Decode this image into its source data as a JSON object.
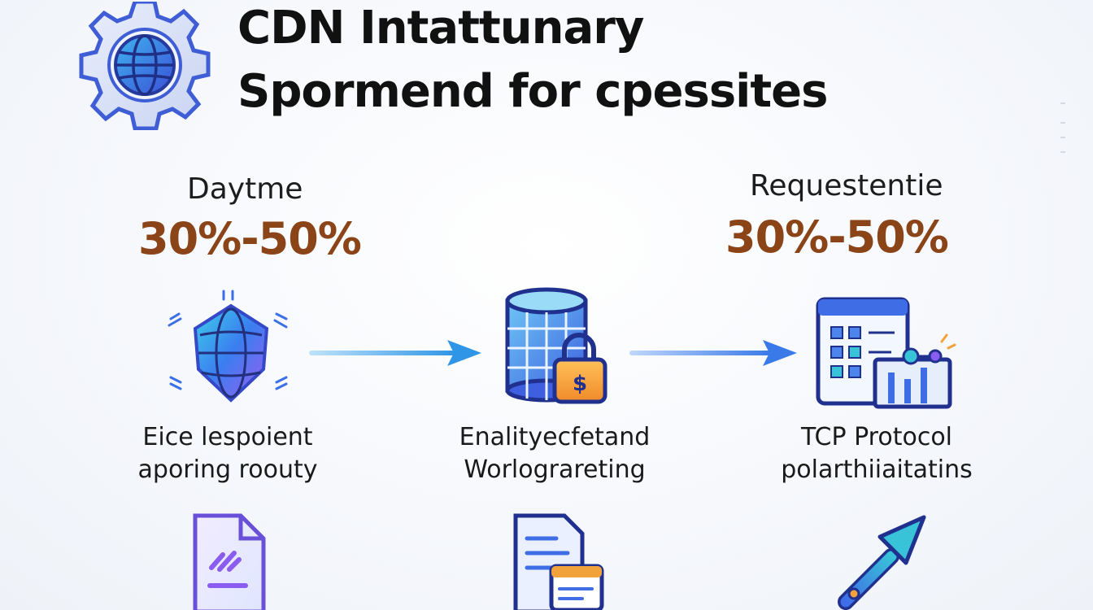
{
  "title": {
    "line1": "CDN Intattunary",
    "line2": "Spormend for cpessites"
  },
  "stats": [
    {
      "label": "Daytme",
      "value": "30%-50%"
    },
    {
      "label": "Requestentie",
      "value": "30%-50%"
    }
  ],
  "steps": [
    {
      "icon": "globe-icon",
      "caption_line1": "Eice lespoient",
      "caption_line2": "aporing roouty"
    },
    {
      "icon": "database-lock-icon",
      "caption_line1": "Enalityecfetand",
      "caption_line2": "Worlograreting"
    },
    {
      "icon": "dashboard-icon",
      "caption_line1": "TCP Protocol",
      "caption_line2": "polarthiiaitatins"
    }
  ],
  "lock_symbol": "$",
  "bottom_icons": [
    "document-icon",
    "file-card-icon",
    "arrow-tool-icon"
  ],
  "colors": {
    "stat_value": "#8a4418",
    "arrow": "#3a9be8",
    "accent_blue": "#2f6fe0",
    "accent_purple": "#8a5cf0",
    "lock_orange": "#f2a23a"
  }
}
